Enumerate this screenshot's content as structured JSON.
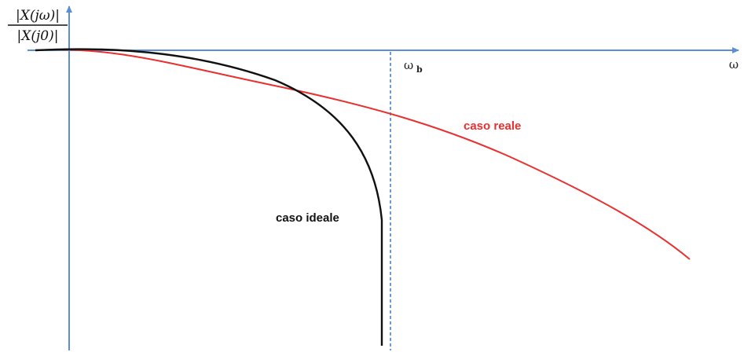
{
  "y_label": {
    "numerator": "|X(jω)|",
    "denominator": "|X(j0)|"
  },
  "x_axis_label": "ω",
  "cutoff_label": {
    "symbol": "ω",
    "subscript": "b"
  },
  "curves": {
    "real": {
      "label": "caso reale",
      "color": "#e8302f"
    },
    "ideal": {
      "label": "caso ideale",
      "color": "#111111"
    }
  },
  "colors": {
    "axis": "#5b8fd0",
    "cutoff_line": "#5b8fd0"
  }
}
